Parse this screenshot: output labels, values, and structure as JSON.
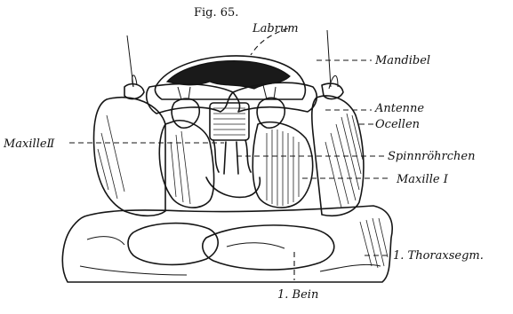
{
  "figure": {
    "caption": "Fig. 65."
  },
  "labels": {
    "labrum": "Labrum",
    "mandibel": "Mandibel",
    "antenne": "Antenne",
    "ocellen": "Ocellen",
    "maxille2": "MaxilleⅡ",
    "spinnroehrchen": "Spinnröhrchen",
    "maxille1": "Maxille I",
    "thoraxsegm": "1. Thoraxsegm.",
    "bein": "1. Bein"
  }
}
